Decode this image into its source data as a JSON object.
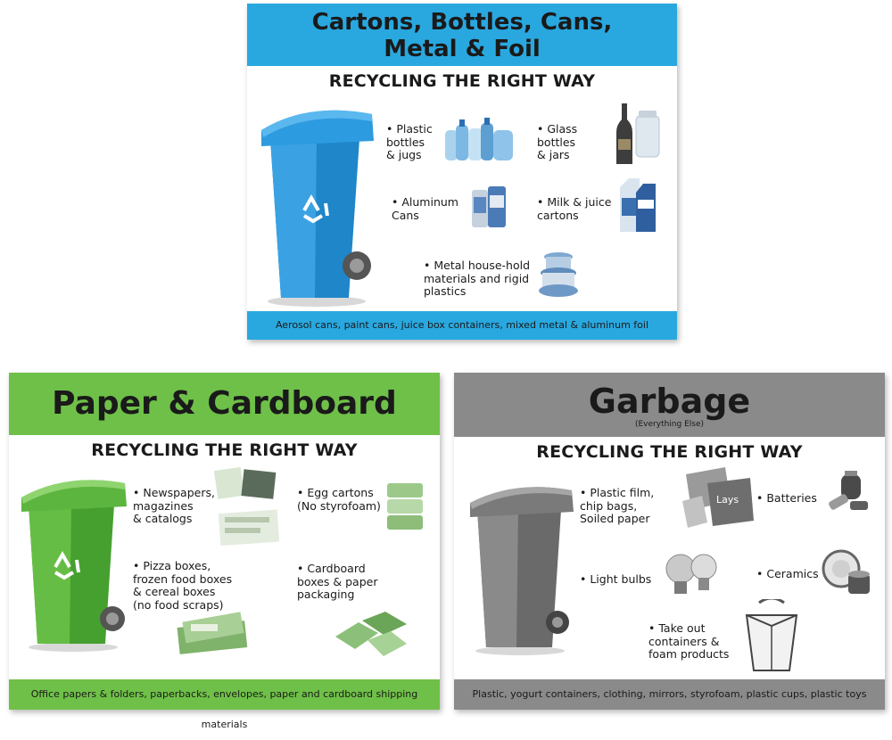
{
  "colors": {
    "blue": "#29a8e0",
    "green": "#6fc048",
    "gray": "#8a8a8a",
    "dark": "#1a1a1a"
  },
  "cartons": {
    "title_line1": "Cartons, Bottles, Cans,",
    "title_line2": "Metal & Foil",
    "subtitle": "RECYCLING THE RIGHT WAY",
    "items": [
      {
        "label": "• Plastic\nbottles\n& jugs",
        "icon": "plastic-bottles-icon"
      },
      {
        "label": "• Glass\nbottles\n& jars",
        "icon": "glass-bottles-icon"
      },
      {
        "label": "• Aluminum\nCans",
        "icon": "aluminum-cans-icon"
      },
      {
        "label": "• Milk & juice\ncartons",
        "icon": "milk-carton-icon"
      },
      {
        "label": "• Metal house-hold\nmaterials and rigid\nplastics",
        "icon": "metal-household-icon"
      }
    ],
    "footer": "Aerosol cans, paint cans, juice box containers, mixed metal & aluminum foil",
    "bin_icon": "blue-recycling-bin-icon"
  },
  "paper": {
    "title": "Paper & Cardboard",
    "subtitle": "RECYCLING THE RIGHT WAY",
    "items": [
      {
        "label": "• Newspapers,\nmagazines\n& catalogs",
        "icon": "newspapers-icon"
      },
      {
        "label": "• Egg cartons\n(No styrofoam)",
        "icon": "egg-cartons-icon"
      },
      {
        "label": "• Pizza boxes,\nfrozen food boxes\n& cereal boxes\n(no food scraps)",
        "icon": "pizza-boxes-icon"
      },
      {
        "label": "• Cardboard\nboxes & paper\npackaging",
        "icon": "cardboard-boxes-icon"
      }
    ],
    "footer": "Office papers & folders, paperbacks, envelopes, paper and cardboard shipping materials",
    "bin_icon": "green-recycling-bin-icon"
  },
  "garbage": {
    "title": "Garbage",
    "subtitle_small": "(Everything Else)",
    "subtitle": "RECYCLING THE RIGHT WAY",
    "items": [
      {
        "label": "• Plastic film,\nchip bags,\nSoiled paper",
        "icon": "chip-bags-icon"
      },
      {
        "label": "• Batteries",
        "icon": "batteries-icon"
      },
      {
        "label": "• Light bulbs",
        "icon": "light-bulbs-icon"
      },
      {
        "label": "• Ceramics",
        "icon": "ceramics-icon"
      },
      {
        "label": "• Take out\ncontainers &\nfoam products",
        "icon": "takeout-container-icon"
      }
    ],
    "footer": "Plastic, yogurt containers, clothing, mirrors, styrofoam, plastic cups, plastic toys",
    "bin_icon": "gray-garbage-bin-icon"
  }
}
